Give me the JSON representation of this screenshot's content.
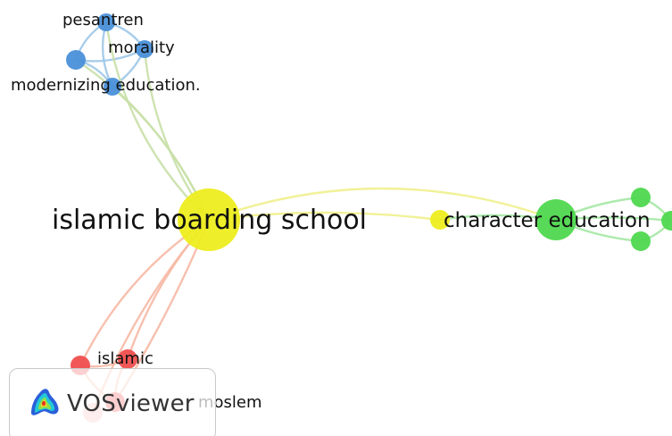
{
  "network": {
    "nodes": [
      {
        "id": "pesantren",
        "label": "pesantren",
        "cluster": "blue"
      },
      {
        "id": "morality",
        "label": "morality",
        "cluster": "blue"
      },
      {
        "id": "modernizing",
        "label": "modernizing education.",
        "cluster": "blue"
      },
      {
        "id": "blue4",
        "label": "",
        "cluster": "blue"
      },
      {
        "id": "ibs",
        "label": "islamic boarding school",
        "cluster": "yellow"
      },
      {
        "id": "yel2",
        "label": "",
        "cluster": "yellow"
      },
      {
        "id": "chared",
        "label": "character education",
        "cluster": "green"
      },
      {
        "id": "green2",
        "label": "",
        "cluster": "green"
      },
      {
        "id": "green3",
        "label": "",
        "cluster": "green"
      },
      {
        "id": "green4",
        "label": "",
        "cluster": "green"
      },
      {
        "id": "islamic",
        "label": "islamic",
        "cluster": "red"
      },
      {
        "id": "red2",
        "label": "",
        "cluster": "red"
      },
      {
        "id": "moslem",
        "label": "moslem",
        "cluster": "red"
      },
      {
        "id": "red4",
        "label": "",
        "cluster": "red"
      }
    ],
    "cluster_colors": {
      "blue": "#4a90d9",
      "yellow": "#eded1f",
      "green": "#4fd84f",
      "red": "#ef4f4f"
    },
    "link_colors": {
      "blue": "#9fc8e8",
      "mixed": "#c9e0a8",
      "yellow": "#f0f08c",
      "green": "#a4e8a4",
      "red": "#f6b9a5"
    }
  },
  "branding": {
    "app_name": "VOSviewer",
    "logo_icon": "vosviewer-density-logo-icon"
  }
}
